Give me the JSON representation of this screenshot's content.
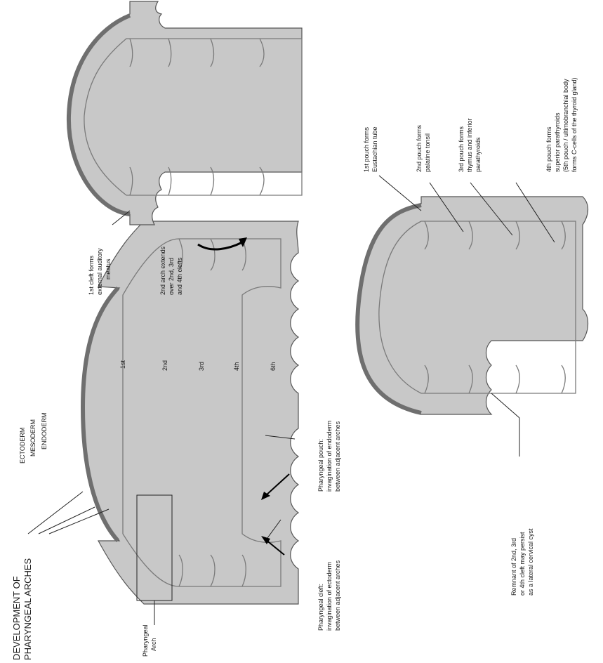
{
  "title": {
    "line1": "DEVELOPMENT OF",
    "line2": "PHARYNGEAL ARCHES"
  },
  "germ_layers": {
    "ectoderm": "ECTODERM",
    "mesoderm": "MESODERM",
    "endoderm": "ENDODERM"
  },
  "arch_numbers": [
    "1st",
    "2nd",
    "3rd",
    "4th",
    "6th"
  ],
  "pharyngeal_arch": [
    "Pharyngeal",
    "Arch"
  ],
  "pharyngeal_cleft": [
    "Pharyngeal cleft:",
    "invagination of ectoderm",
    "between adjacent arches"
  ],
  "pharyngeal_pouch": [
    "Pharyngeal pouch:",
    "invagination of endoderm",
    "between adjacent arches"
  ],
  "first_cleft": [
    "1st cleft forms",
    "external auditory",
    "meatus"
  ],
  "second_arch": [
    "2nd arch extends",
    "over 2nd, 3rd",
    "and 4th clefts"
  ],
  "remnant": [
    "Remnant of 2nd, 3rd",
    "or 4th cleft may persist",
    "as a lateral cervical cyst"
  ],
  "pouch_labels": {
    "first": [
      "1st pouch forms",
      "Eustachian tube"
    ],
    "second": [
      "2nd pouch forms",
      "palatine tonsil"
    ],
    "third": [
      "3rd pouch forms",
      "thymus and inferior",
      "parathyroids"
    ],
    "fourth": [
      "4th pouch forms",
      "superior parathyroids",
      "(5th pouch / ultimobranchial body",
      "forms C-cells of the thyroid gland)"
    ]
  },
  "colors": {
    "tissue": "#c8c8c8",
    "ectoderm": "#6f6f6f",
    "text": "#1a1a1a"
  }
}
